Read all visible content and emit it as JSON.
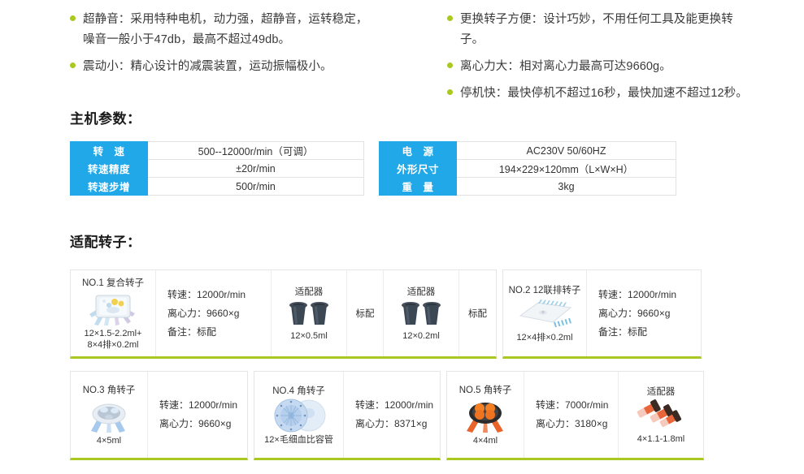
{
  "features": {
    "left": [
      "超静音：采用特种电机，动力强，超静音，运转稳定，噪音一般小于47db，最高不超过49db。",
      "震动小：精心设计的减震装置，运动振幅极小。"
    ],
    "right": [
      "更换转子方便：设计巧妙，不用任何工具及能更换转子。",
      "离心力大：相对离心力最高可达9660g。",
      "停机快：最快停机不超过16秒，最快加速不超过12秒。"
    ]
  },
  "sections": {
    "specs_title": "主机参数：",
    "rotors_title": "适配转子："
  },
  "spec_table_left": [
    {
      "key": "转　速",
      "value": "500--12000r/min（可调）"
    },
    {
      "key": "转速精度",
      "value": "±20r/min"
    },
    {
      "key": "转速步增",
      "value": "500r/min"
    }
  ],
  "spec_table_right": [
    {
      "key": "电　源",
      "value": "AC230V 50/60HZ"
    },
    {
      "key": "外形尺寸",
      "value": "194×229×120mm（L×W×H）"
    },
    {
      "key": "重　量",
      "value": "3kg"
    }
  ],
  "labels": {
    "adapter": "适配器",
    "standard": "标配"
  },
  "rotor_rows": [
    {
      "groups": [
        {
          "cells": [
            {
              "kind": "image",
              "icon": "rotor-composite-icon",
              "title": "NO.1 复合转子",
              "caption": "12×1.5-2.2ml+\n8×4排×0.2ml"
            },
            {
              "kind": "specs",
              "lines": [
                "转速：12000r/min",
                "离心力：9660×g",
                "备注：标配"
              ]
            },
            {
              "kind": "adapter",
              "icon": "adapter-tube-icon",
              "title": "适配器",
              "caption": "12×0.5ml"
            },
            {
              "kind": "badge",
              "text": "标配"
            },
            {
              "kind": "adapter",
              "icon": "adapter-tube-icon",
              "title": "适配器",
              "caption": "12×0.2ml"
            },
            {
              "kind": "badge",
              "text": "标配"
            }
          ]
        },
        {
          "cells": [
            {
              "kind": "image",
              "icon": "rotor-strip-icon",
              "title": "NO.2 12联排转子",
              "caption": "12×4排×0.2ml"
            },
            {
              "kind": "specs",
              "lines": [
                "转速：12000r/min",
                "离心力：9660×g",
                "备注：标配"
              ]
            }
          ]
        }
      ]
    },
    {
      "groups": [
        {
          "cells": [
            {
              "kind": "image",
              "icon": "rotor-angle-icon",
              "title": "NO.3 角转子",
              "caption": "4×5ml"
            },
            {
              "kind": "specs",
              "lines": [
                "转速：12000r/min",
                "离心力：9660×g"
              ]
            }
          ]
        },
        {
          "cells": [
            {
              "kind": "image",
              "icon": "rotor-capillary-icon",
              "title": "NO.4 角转子",
              "caption": "12×毛细血比容管"
            },
            {
              "kind": "specs",
              "lines": [
                "转速：12000r/min",
                "离心力：8371×g"
              ]
            }
          ]
        },
        {
          "cells": [
            {
              "kind": "image",
              "icon": "rotor-orange-icon",
              "title": "NO.5 角转子",
              "caption": "4×4ml"
            },
            {
              "kind": "specs",
              "lines": [
                "转速：7000r/min",
                "离心力：3180×g"
              ]
            },
            {
              "kind": "adapter",
              "icon": "adapter-vial-icon",
              "title": "适配器",
              "caption": "4×1.1-1.8ml"
            }
          ]
        }
      ]
    }
  ],
  "colors": {
    "accent_blue": "#21a8e8",
    "accent_green": "#a9c921",
    "text": "#333333",
    "border": "#e6e6e6"
  }
}
